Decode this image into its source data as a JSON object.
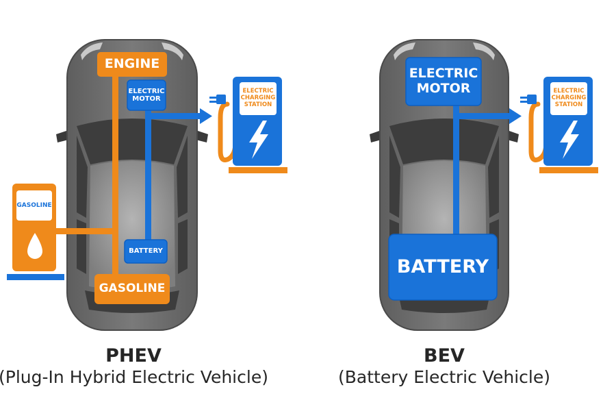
{
  "colors": {
    "orange": "#ef8a1b",
    "blue": "#1a73d9",
    "dark_blue": "#0d5fc2",
    "car_body": "#6f6f6f",
    "car_roof": "#969696",
    "glass": "#3d3d3d",
    "caption": "#262626"
  },
  "phev": {
    "engine_label": "ENGINE",
    "motor_label": "ELECTRIC MOTOR",
    "battery_label": "BATTERY",
    "gasoline_tank_label": "GASOLINE",
    "gas_pump_label": "GASOLINE",
    "pump_icon": "fuel-drop-icon",
    "charging_station_label": "ELECTRIC CHARGING STATION",
    "charging_icon": "lightning-bolt-icon",
    "caption_title": "PHEV",
    "caption_subtitle": "(Plug-In Hybrid Electric Vehicle)"
  },
  "bev": {
    "motor_label": "ELECTRIC MOTOR",
    "battery_label": "BATTERY",
    "charging_station_label": "ELECTRIC CHARGING STATION",
    "charging_icon": "lightning-bolt-icon",
    "caption_title": "BEV",
    "caption_subtitle": "(Battery Electric Vehicle)"
  }
}
